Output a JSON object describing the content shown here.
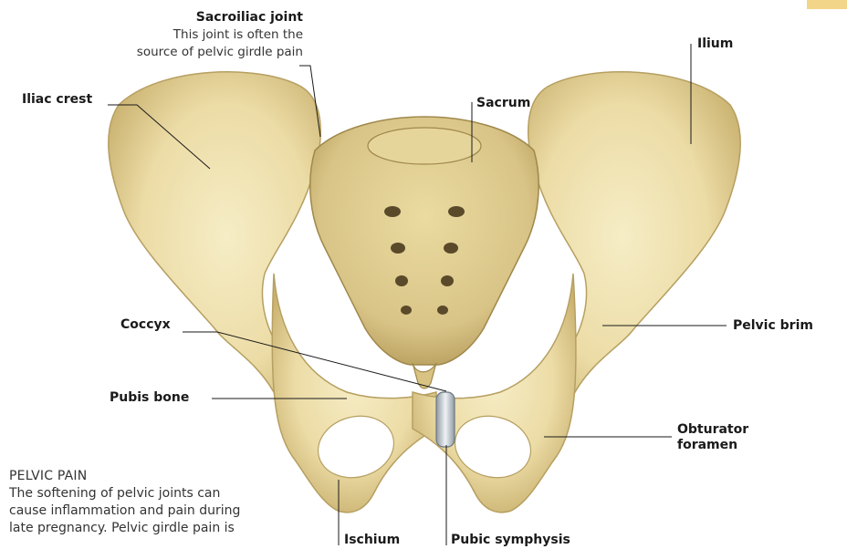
{
  "labels": {
    "sacroiliac_title": "Sacroiliac joint",
    "sacroiliac_desc_1": "This joint is often the",
    "sacroiliac_desc_2": "source of pelvic girdle pain",
    "ilium": "Ilium",
    "iliac_crest": "Iliac crest",
    "sacrum": "Sacrum",
    "coccyx": "Coccyx",
    "pelvic_brim": "Pelvic brim",
    "pubis_bone": "Pubis bone",
    "obturator_1": "Obturator",
    "obturator_2": "foramen",
    "ischium": "Ischium",
    "pubic_symphysis": "Pubic symphysis"
  },
  "pelvic_pain": {
    "heading": "PELVIC PAIN",
    "lines": [
      "The softening of pelvic joints can",
      "cause inflammation and pain during",
      "late pregnancy. Pelvic girdle pain is"
    ]
  },
  "colors": {
    "bone_light": "#f2e6b8",
    "bone_mid": "#e0cd8e",
    "bone_dark": "#b59d5c",
    "cartilage": "#c9d3d9",
    "leader_line": "#1a1a1a",
    "corner_accent": "#f3d58a"
  }
}
